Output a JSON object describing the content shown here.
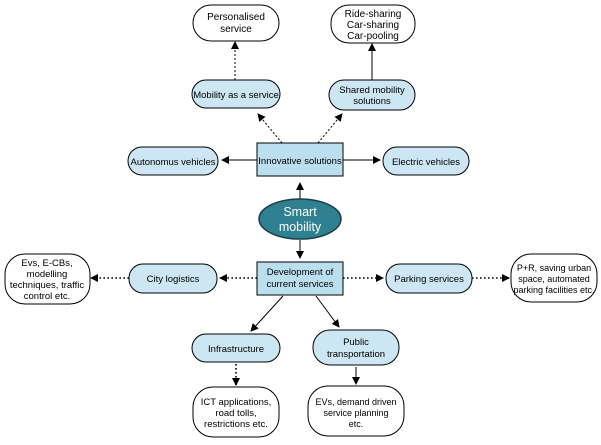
{
  "center": {
    "line1": "Smart",
    "line2": "mobility"
  },
  "innovative": {
    "box": "Innovative solutions",
    "autonomous": "Autonomus vehicles",
    "electric": "Electric vehicles",
    "maas": "Mobility as a service",
    "shared": [
      "Shared mobility",
      "solutions"
    ],
    "personalised": [
      "Personalised",
      "service"
    ],
    "ride": [
      "Ride-sharing",
      "Car-sharing",
      "Car-pooling"
    ]
  },
  "current": {
    "box": [
      "Development of",
      "current services"
    ],
    "citylogistics": "City logistics",
    "parking": "Parking services",
    "evs_ecbs": [
      "Evs, E-CBs,",
      "modelling",
      "techniques, traffic",
      "control etc."
    ],
    "pr": [
      "P+R, saving urban",
      "space, automated",
      "parking facilities etc."
    ],
    "infrastructure": "Infrastructure",
    "public": [
      "Public",
      "transportation"
    ],
    "ict": [
      "ICT applications,",
      "road tolls,",
      "restrictions etc."
    ],
    "evs_demand": [
      "EVs, demand driven",
      "service planning",
      "etc."
    ]
  }
}
